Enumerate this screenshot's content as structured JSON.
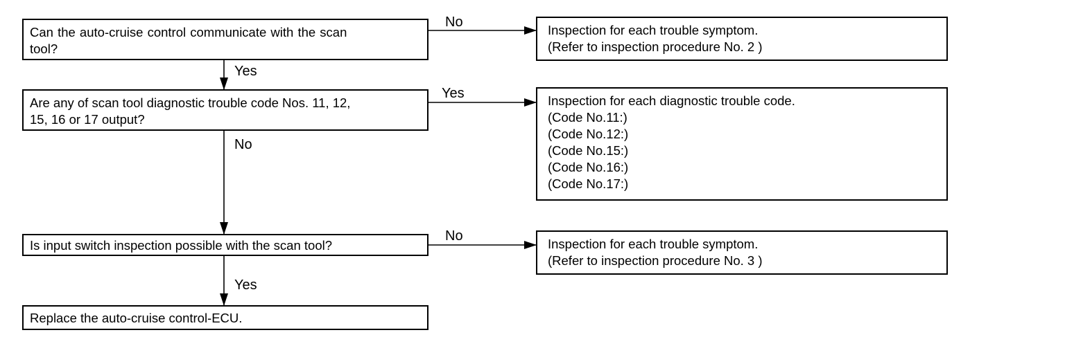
{
  "q1": {
    "line1": "Can the auto-cruise control communicate with the scan",
    "line2": "tool?"
  },
  "q2": {
    "line1": "Are any of scan tool diagnostic trouble code Nos. 11, 12,",
    "line2": "15, 16 or 17 output?"
  },
  "q3": {
    "line1": "Is input switch inspection possible with the scan tool?"
  },
  "end": {
    "line1": "Replace the auto-cruise control-ECU."
  },
  "r1": {
    "line1": "Inspection for each trouble symptom.",
    "line2": "(Refer to inspection procedure No. 2 )"
  },
  "r2": {
    "line1": "Inspection for each diagnostic trouble code.",
    "codes": [
      "(Code No.11:)",
      "(Code No.12:)",
      "(Code No.15:)",
      "(Code No.16:)",
      "(Code No.17:)"
    ]
  },
  "r3": {
    "line1": "Inspection for each trouble symptom.",
    "line2": "(Refer to inspection procedure No. 3 )"
  },
  "labels": {
    "q1_no": "No",
    "q1_yes": "Yes",
    "q2_yes": "Yes",
    "q2_no": "No",
    "q3_no": "No",
    "q3_yes": "Yes"
  }
}
